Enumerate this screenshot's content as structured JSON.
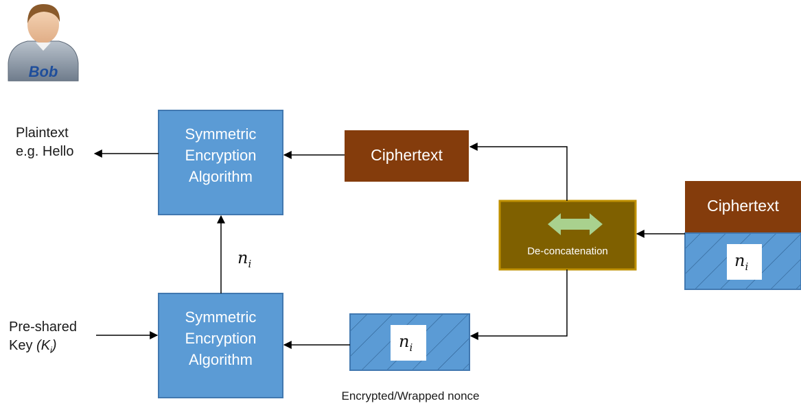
{
  "avatar": {
    "name": "Bob"
  },
  "outputs": {
    "plaintext_line1": "Plaintext",
    "plaintext_line2": "e.g. Hello"
  },
  "inputs": {
    "key_line1": "Pre-shared",
    "key_line2_prefix": "Key ",
    "key_symbol": "(K",
    "key_subscript": "i",
    "key_close": ")"
  },
  "blocks": {
    "sym_top": {
      "line1": "Symmetric",
      "line2": "Encryption",
      "line3": "Algorithm"
    },
    "sym_bottom": {
      "line1": "Symmetric",
      "line2": "Encryption",
      "line3": "Algorithm"
    },
    "ciphertext_mid": "Ciphertext",
    "ciphertext_right": "Ciphertext",
    "deconcat": "De-concatenation"
  },
  "nonce": {
    "symbol": "n",
    "subscript": "i"
  },
  "captions": {
    "wrapped_nonce": "Encrypted/Wrapped nonce"
  },
  "colors": {
    "blue": "#5b9bd5",
    "blue_border": "#4178b0",
    "brown": "#843c0c",
    "olive": "#7f6000",
    "olive_border": "#bf9000",
    "green_arrow": "#a9d18e"
  }
}
